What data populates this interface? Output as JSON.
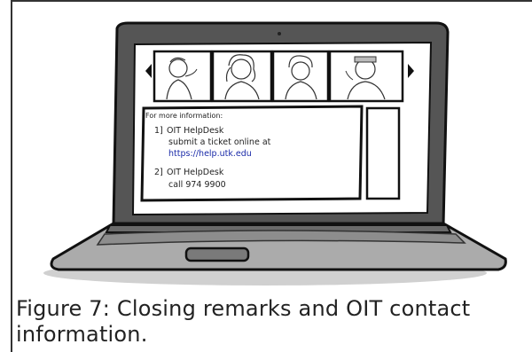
{
  "figure": {
    "caption": "Figure 7: Closing remarks and OIT contact information."
  },
  "screen": {
    "heading": "For more information:",
    "items": [
      {
        "number": "1]",
        "title": "OIT HelpDesk",
        "line": "submit a ticket online at",
        "link": "https://help.utk.edu"
      },
      {
        "number": "2]",
        "title": "OIT HelpDesk",
        "line": "call  974 9900"
      }
    ],
    "carousel": {
      "prev": "◀",
      "next": "▶",
      "thumbnails": 4
    }
  },
  "colors": {
    "laptop_body": "#5a5a5a",
    "laptop_base": "#a9a9a9",
    "screen_bg": "#ffffff",
    "link": "#1a2aa8"
  }
}
